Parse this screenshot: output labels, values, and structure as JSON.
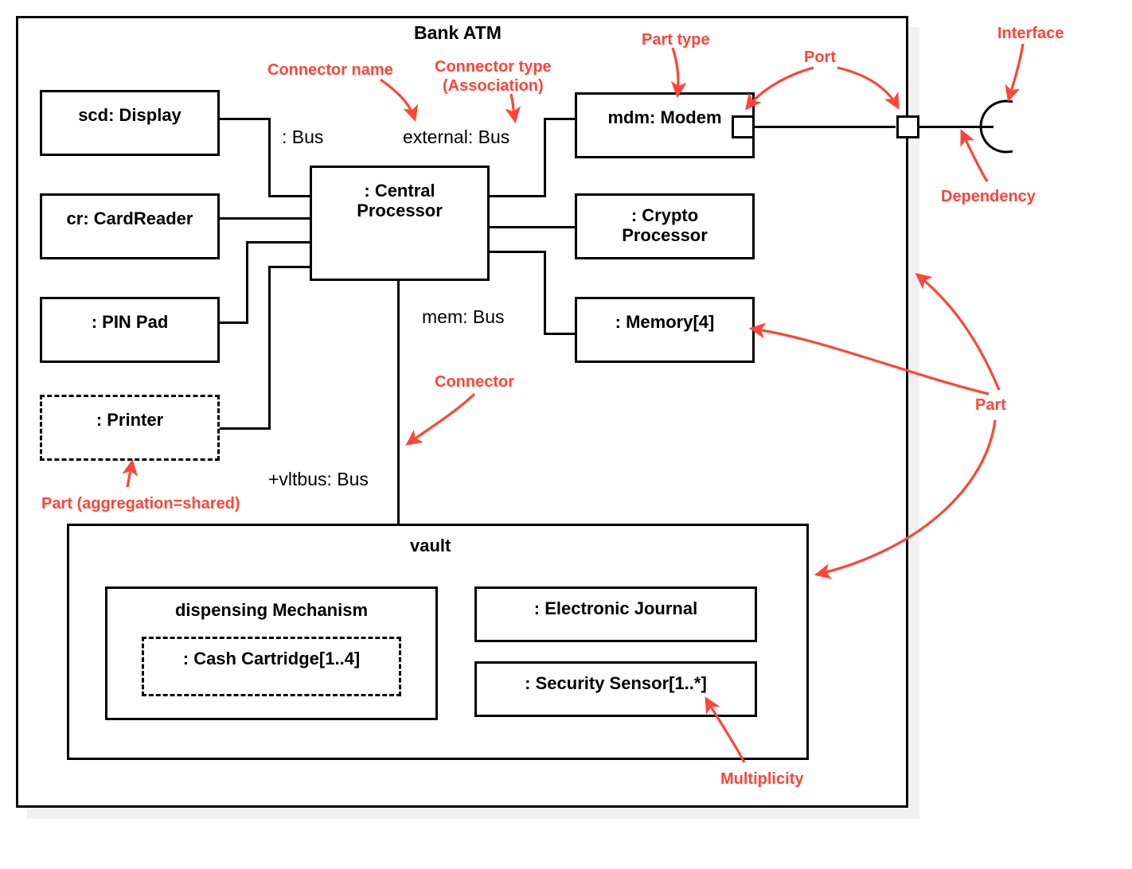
{
  "diagram": {
    "title": "Bank ATM",
    "vault_title": "vault",
    "accent_color": "#FF4438",
    "line_color": "#000000",
    "shadow_color": "#F1F1F1",
    "background": "#FFFFFF"
  },
  "parts": {
    "display": "scd: Display",
    "card_reader": "cr: CardReader",
    "pin_pad": ": PIN Pad",
    "printer": ": Printer",
    "central_processor": ": Central\nProcessor",
    "central_processor_line1": ": Central",
    "central_processor_line2": "Processor",
    "modem": "mdm: Modem",
    "crypto_processor_line1": ": Crypto",
    "crypto_processor_line2": "Processor",
    "memory": ": Memory[4]",
    "dispensing_mechanism": "dispensing Mechanism",
    "cash_cartridge": ": Cash Cartridge[1..4]",
    "electronic_journal": ": Electronic Journal",
    "security_sensor": ": Security Sensor[1..*]"
  },
  "connector_labels": {
    "bus": ": Bus",
    "external_bus": "external: Bus",
    "mem_bus": "mem: Bus",
    "vltbus": "+vltbus: Bus"
  },
  "annotations": {
    "connector_name": "Connector name",
    "connector_type_line1": "Connector type",
    "connector_type_line2": "(Association)",
    "part_type": "Part type",
    "port": "Port",
    "interface": "Interface",
    "dependency": "Dependency",
    "part": "Part",
    "connector": "Connector",
    "part_aggregation_shared": "Part (aggregation=shared)",
    "multiplicity": "Multiplicity"
  }
}
